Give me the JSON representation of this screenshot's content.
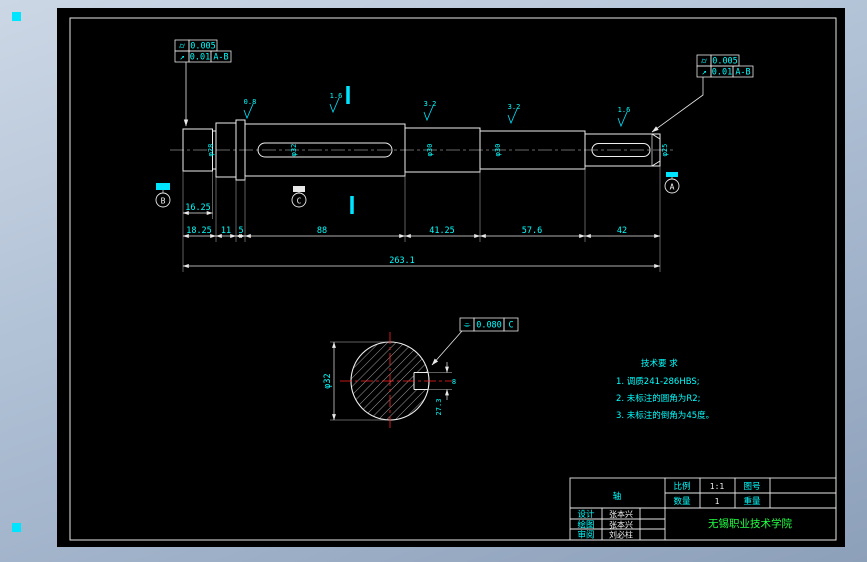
{
  "tol_left": {
    "row1_sym": "⌭",
    "row1_val": "0.005",
    "row2_sym": "↗",
    "row2_val": "0.01",
    "row2_datum": "A-B"
  },
  "tol_right": {
    "row1_sym": "⌭",
    "row1_val": "0.005",
    "row2_sym": "↗",
    "row2_val": "0.01",
    "row2_datum": "A-B"
  },
  "tol_section": {
    "sym": "⌯",
    "val": "0.080",
    "datum": "C"
  },
  "dims": {
    "len1": "16.25",
    "len2": "18.25",
    "len3": "11",
    "len4": "5",
    "len5": "88",
    "len6": "41.25",
    "len7": "57.6",
    "len8": "42",
    "total": "263.1"
  },
  "dia": {
    "d1": "φ28",
    "d2": "φ32",
    "d3": "φ30",
    "d4": "φ30",
    "d5": "φ25",
    "section": "φ32",
    "key_width": "8",
    "key_depth": "27.3"
  },
  "roughness": {
    "r1": "0.8",
    "r2": "1.6",
    "r3": "3.2",
    "r4": "3.2",
    "r5": "1.6"
  },
  "datums": {
    "a": "A",
    "b": "B",
    "c": "C"
  },
  "tech": {
    "title": "技术要 求",
    "l1": "1. 调质241-286HBS;",
    "l2": "2. 未标注的圆角为R2;",
    "l3": "3. 未标注的倒角为45度。"
  },
  "tb": {
    "part": "轴",
    "scale_label": "比例",
    "scale_val": "1:1",
    "docno_label": "图号",
    "qty_label": "数量",
    "qty_val": "1",
    "weight_label": "重量",
    "design_label": "设计",
    "design_name": "张本兴",
    "draft_label": "绘图",
    "draft_name": "张本兴",
    "review_label": "审阅",
    "review_name": "刘必柱",
    "org": "无锡职业技术学院"
  }
}
